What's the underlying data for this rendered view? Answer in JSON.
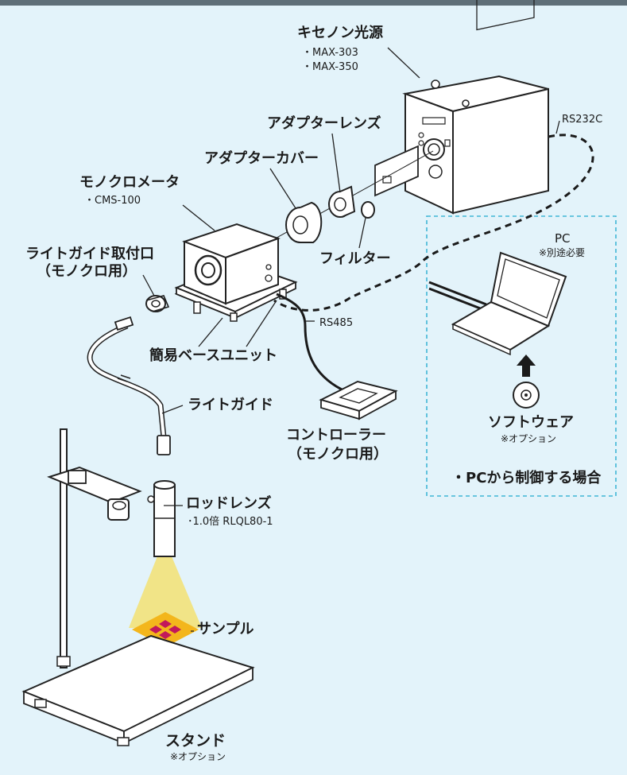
{
  "colors": {
    "background": "#e3f3fa",
    "top_bar": "#5f6f78",
    "pc_box_border": "#3fb6d6",
    "light_beam": "#f2e27a",
    "sample_square": "#f3b61c",
    "sample_marks": "#c2185b",
    "cable": "#1a1a1a"
  },
  "icons": [
    "xenon-lamp-unit",
    "adapter-lens",
    "adapter-cover",
    "filter-ring",
    "monochromator",
    "light-guide-port",
    "light-guide-cable",
    "rod-lens",
    "sample",
    "stand",
    "controller-box",
    "laptop-pc",
    "software-disc",
    "arrow-up-icon"
  ],
  "labels": {
    "xenon_title": "キセノン光源",
    "xenon_model_1": "・MAX-303",
    "xenon_model_2": "・MAX-350",
    "rs232c": "RS232C",
    "adapter_lens": "アダプターレンズ",
    "adapter_cover": "アダプターカバー",
    "monochromator_title": "モノクロメータ",
    "monochromator_model": "・CMS-100",
    "light_guide_port_1": "ライトガイド取付口",
    "light_guide_port_2": "（モノクロ用）",
    "filter": "フィルター",
    "pc": "PC",
    "pc_note": "※別途必要",
    "rs485": "RS485",
    "base_unit": "簡易ベースユニット",
    "light_guide": "ライトガイド",
    "software": "ソフトウェア",
    "software_note": "※オプション",
    "controller_1": "コントローラー",
    "controller_2": "（モノクロ用）",
    "pc_control_heading": "・PCから制御する場合",
    "rod_lens": "ロッドレンズ",
    "rod_lens_model": "･1.0倍 RLQL80-1",
    "sample": "サンプル",
    "stand": "スタンド",
    "stand_note": "※オプション"
  }
}
